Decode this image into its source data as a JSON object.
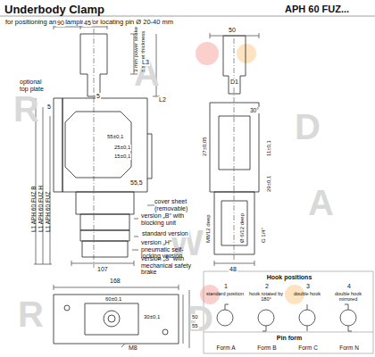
{
  "diagram": {
    "title": "Underbody Clamp",
    "labels": [
      "APH 60 FUZ...",
      "for positioning and clamping,for locating pin Ø 20-40 mm",
      "90",
      "45",
      "optional top plate",
      "5",
      "3 mm power stroke",
      "± sheet thickness",
      "L3",
      "L2",
      "5",
      "55±0,1",
      "25±0,1",
      "15±0,1",
      "cover sheet (removable)",
      "55,5",
      "L1  APH 60 FUZ B",
      "L1  APH 60 FUZ H",
      "L1  APH 60 FUZ",
      "version „B“ with blocking unit",
      "standard version",
      "version „H“ pneumatic self-locking version",
      "version „S“ with mechanical safety brake",
      "107",
      "50",
      "D1",
      "30°",
      "11±0,1",
      "27±0,05",
      "29±0,1",
      "M8/12 deep",
      "Ø 6/12 deep",
      "G 1/4\"",
      "48",
      "168",
      "60±0,1",
      "30±0,1",
      "50",
      "55",
      "M8",
      "Hook positions",
      "1",
      "standard position",
      "2",
      "hook rotated by 180°",
      "3",
      "double hook",
      "4",
      "double hook mirrored",
      "Pin form",
      "Form A",
      "Form B",
      "Form C",
      "Form N",
      "R",
      "A",
      "D",
      "W",
      "A",
      "R",
      "D"
    ]
  }
}
